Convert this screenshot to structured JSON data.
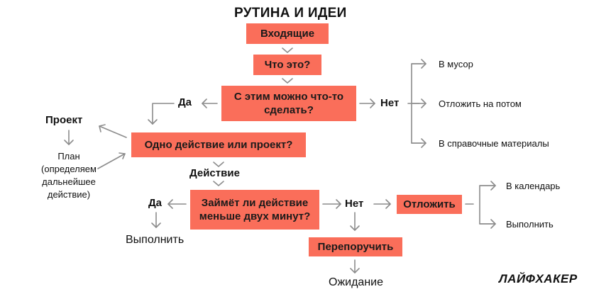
{
  "colors": {
    "box": "#fa6e5a",
    "arrow": "#8c8c8c",
    "text": "#111111"
  },
  "title": "РУТИНА И ИДЕИ",
  "boxes": {
    "inbox": "Входящие",
    "what_is_it": "Что это?",
    "actionable": "С этим можно что-то\nсделать?",
    "action_or_project": "Одно действие или проект?",
    "two_minutes": "Займёт ли действие\nменьше двух минут?",
    "defer": "Отложить",
    "delegate": "Перепоручить"
  },
  "labels": {
    "yes_top": "Да",
    "no_top": "Нет",
    "project": "Проект",
    "plan": "План\n(определяем\nдальнейшее\nдействие)",
    "action": "Действие",
    "yes_bottom": "Да",
    "no_bottom": "Нет",
    "do_it": "Выполнить",
    "waiting": "Ожидание"
  },
  "non_actionable": [
    "В мусор",
    "Отложить на потом",
    "В справочные материалы"
  ],
  "deferred": [
    "В календарь",
    "Выполнить"
  ],
  "logo": "ЛАЙФХАКЕР"
}
